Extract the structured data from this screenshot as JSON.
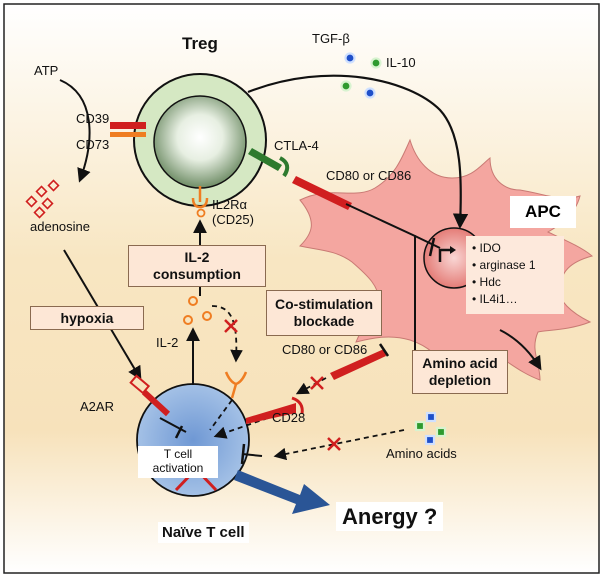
{
  "cells": {
    "treg": "Treg",
    "apc": "APC",
    "naive": "Naïve T cell"
  },
  "molecules": {
    "atp": "ATP",
    "adenosine": "adenosine",
    "cd39": "CD39",
    "cd73": "CD73",
    "tgfb": "TGF-β",
    "il10": "IL-10",
    "ctla4": "CTLA-4",
    "cd80_86_top": "CD80 or CD86",
    "cd80_86_bottom": "CD80 or CD86",
    "il2ra_1": "IL2Rα",
    "il2ra_2": "(CD25)",
    "il2": "IL-2",
    "a2ar": "A2AR",
    "cd28": "CD28",
    "amino_acids": "Amino acids"
  },
  "mechanisms": {
    "il2_consumption_1": "IL-2",
    "il2_consumption_2": "consumption",
    "hypoxia": "hypoxia",
    "costim_1": "Co-stimulation",
    "costim_2": "blockade",
    "amino_1": "Amino acid",
    "amino_2": "depletion"
  },
  "apc_products": [
    "IDO",
    "arginase 1",
    "Hdc",
    "IL4i1…"
  ],
  "tcell": {
    "activation_1": "T cell",
    "activation_2": "activation"
  },
  "outcome": "Anergy ?",
  "colors": {
    "background_top": "#ffffff",
    "background_mid": "#f8e6c2",
    "treg_fill": "#d5e8c3",
    "nucleus": "#7f9a74",
    "apc_fill": "#f4a6a0",
    "naive_fill": "#a9c5e8",
    "anergy_arrow": "#2a5596",
    "receptor_red": "#d01f1f",
    "receptor_orange": "#ef7d22",
    "ctla4_green": "#2e7a2e"
  }
}
